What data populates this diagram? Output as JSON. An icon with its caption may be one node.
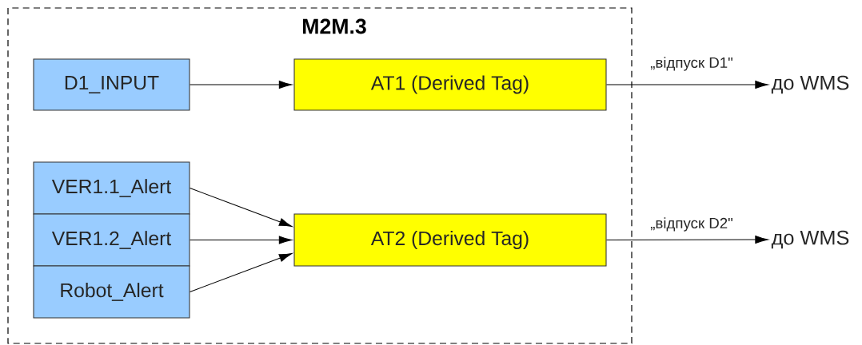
{
  "diagram": {
    "nodes": [
      {
        "text": [
          "M2M.3"
        ]
      },
      {
        "text": [
          "D1_INPUT"
        ],
        "in": 0
      },
      {
        "text": [
          "AT1 (Derived Tag)"
        ],
        "in": 0
      },
      {
        "text": [
          "VER1.1_Alert"
        ],
        "in": 0
      },
      {
        "text": [
          "VER1.2_Alert"
        ],
        "in": 0
      },
      {
        "text": [
          "Robot_Alert"
        ],
        "in": 0
      },
      {
        "text": [
          "AT2 (Derived Tag)"
        ],
        "in": 0
      },
      {
        "text": [
          "до WMS"
        ]
      },
      {
        "text": [
          "до WMS"
        ]
      }
    ],
    "edges": [
      {
        "from": 1,
        "to": 2,
        "arrow": "to"
      },
      {
        "from": 3,
        "to": 6,
        "arrow": "to"
      },
      {
        "from": 4,
        "to": 6,
        "arrow": "to"
      },
      {
        "from": 5,
        "to": 6,
        "arrow": "to"
      },
      {
        "from": 2,
        "to": 7,
        "arrow": "to",
        "label": "„відпуск D1\""
      },
      {
        "from": 6,
        "to": 8,
        "arrow": "to",
        "label": "„відпуск D2\""
      }
    ]
  }
}
